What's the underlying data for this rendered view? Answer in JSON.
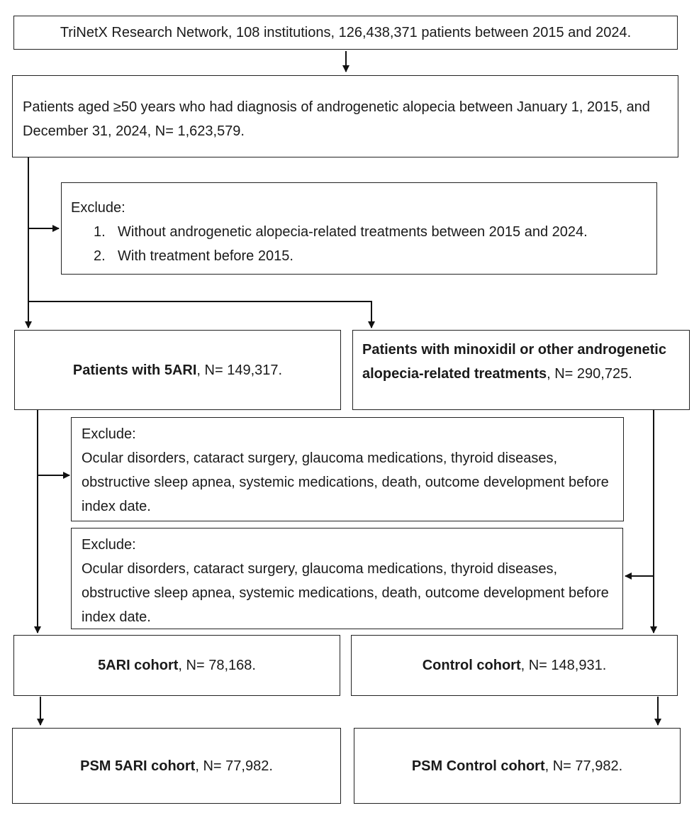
{
  "network": "TriNetX Research Network, 108 institutions, 126,438,371 patients between 2015 and 2024.",
  "eligible": "Patients aged ≥50 years who had diagnosis of androgenetic alopecia between January 1, 2015, and December 31, 2024, N= 1,623,579.",
  "exclude1": {
    "title": "Exclude:",
    "items": [
      {
        "num": "1.",
        "text": "Without androgenetic alopecia-related treatments between 2015 and 2024."
      },
      {
        "num": "2.",
        "text": "With treatment before 2015."
      }
    ]
  },
  "group_5ari": {
    "bold": "Patients with 5ARI",
    "rest": ", N= 149,317."
  },
  "group_minox": {
    "bold": "Patients with minoxidil or other androgenetic alopecia-related treatments",
    "rest": ", N= 290,725."
  },
  "exclude2": {
    "title": "Exclude:",
    "text": "Ocular disorders, cataract surgery, glaucoma medications, thyroid diseases, obstructive sleep apnea, systemic medications, death, outcome development before index date."
  },
  "exclude3": {
    "title": "Exclude:",
    "text": "Ocular disorders, cataract surgery, glaucoma medications, thyroid diseases, obstructive sleep apnea, systemic medications, death, outcome development before index date."
  },
  "cohort_5ari": {
    "bold": "5ARI cohort",
    "rest": ", N= 78,168."
  },
  "cohort_control": {
    "bold": "Control cohort",
    "rest": ", N= 148,931."
  },
  "psm_5ari": {
    "bold": "PSM 5ARI cohort",
    "rest": ", N= 77,982."
  },
  "psm_control": {
    "bold": "PSM Control cohort",
    "rest": ", N= 77,982."
  }
}
